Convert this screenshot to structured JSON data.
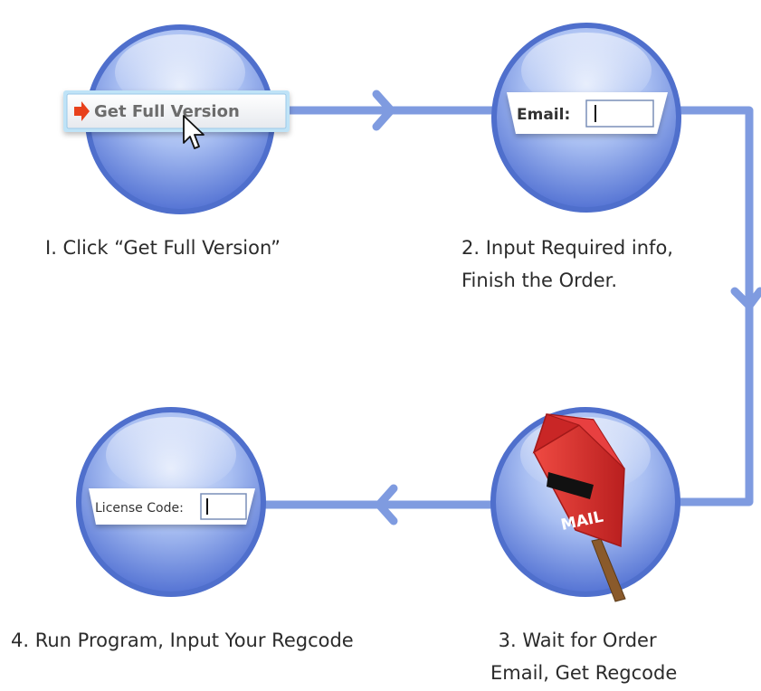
{
  "steps": [
    {
      "number": "1",
      "caption_lines": [
        "I. Click “Get Full Version”"
      ],
      "widget": {
        "type": "button",
        "label": "Get Full Version",
        "icon": "arrow-icon"
      }
    },
    {
      "number": "2",
      "caption_lines": [
        "2. Input Required info,",
        "Finish the Order."
      ],
      "widget": {
        "type": "text-field",
        "label": "Email:"
      }
    },
    {
      "number": "3",
      "caption_lines": [
        "3. Wait for Order",
        "Email, Get Regcode"
      ],
      "widget": {
        "type": "mailbox",
        "label": "MAIL"
      }
    },
    {
      "number": "4",
      "caption_lines": [
        "4. Run Program, Input Your Regcode"
      ],
      "widget": {
        "type": "text-field",
        "label": "License Code:"
      }
    }
  ],
  "colors": {
    "connector": "#7f9be0",
    "circle_light": "#dbe6fb",
    "circle_dark": "#3f61c9",
    "circle_ring": "#4f6fcc",
    "caption_text": "#2b2b2b",
    "button_text": "#6c6c6c",
    "button_arrow": "#e8411c",
    "mailbox_red": "#dd2f2f"
  }
}
